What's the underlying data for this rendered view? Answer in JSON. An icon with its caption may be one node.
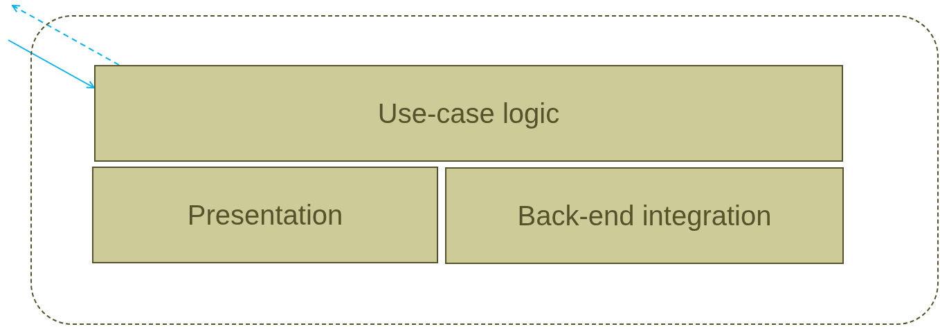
{
  "diagram": {
    "nodes": [
      {
        "text": [],
        "shape": "box"
      },
      {
        "text": [
          "Use-case logic"
        ],
        "in": 0
      },
      {
        "text": [
          "Presentation"
        ],
        "in": 0
      },
      {
        "text": [
          "Back-end integration"
        ],
        "in": 0
      }
    ],
    "edges": [
      {
        "from": null,
        "to": 1,
        "arrow": "to",
        "color": "#00b0f0"
      },
      {
        "from": 1,
        "to": null,
        "arrow": "to",
        "style": "dashed",
        "color": "#00b0f0"
      }
    ]
  }
}
